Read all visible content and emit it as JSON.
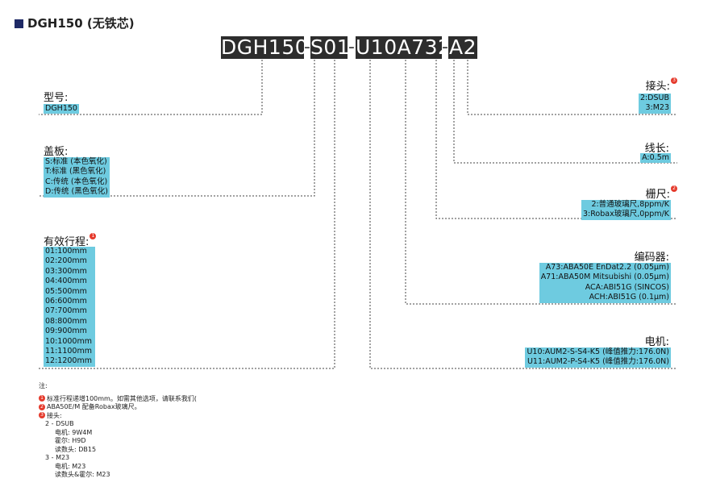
{
  "header": {
    "title": "DGH150 (无铁芯)"
  },
  "code": {
    "segments": [
      "DGH150",
      "S01",
      "U10A732",
      "A2"
    ],
    "separator": "-"
  },
  "left": {
    "model": {
      "label": "型号:",
      "items": [
        "DGH150"
      ]
    },
    "cover": {
      "label": "盖板:",
      "items": [
        "S:标准 (本色氧化)",
        "T:标准 (黑色氧化)",
        "C:传统 (本色氧化)",
        "D:传统 (黑色氧化)"
      ]
    },
    "stroke": {
      "label": "有效行程:",
      "badge": "1",
      "items": [
        "01:100mm",
        "02:200mm",
        "03:300mm",
        "04:400mm",
        "05:500mm",
        "06:600mm",
        "07:700mm",
        "08:800mm",
        "09:900mm",
        "10:1000mm",
        "11:1100mm",
        "12:1200mm"
      ]
    }
  },
  "right": {
    "connector": {
      "label": "接头:",
      "badge": "3",
      "items": [
        "2:DSUB",
        "3:M23"
      ]
    },
    "cable": {
      "label": "线长:",
      "items": [
        "A:0.5m"
      ]
    },
    "grating": {
      "label": "栅尺:",
      "badge": "2",
      "items": [
        "2:普通玻璃尺,8ppm/K",
        "3:Robax玻璃尺,0ppm/K"
      ]
    },
    "encoder": {
      "label": "编码器:",
      "items": [
        "A73:ABA50E EnDat2.2 (0.05μm)",
        "A71:ABA50M Mitsubishi (0.05μm)",
        "ACA:ABI51G (SINCOS)",
        "ACH:ABI51G (0.1μm)"
      ]
    },
    "motor": {
      "label": "电机:",
      "items": [
        "U10:AUM2-S-S4-K5 (峰值推力:176.0N)",
        "U11:AUM2-P-S4-K5 (峰值推力:176.0N)"
      ]
    }
  },
  "notes": {
    "title": "注:",
    "n1": "标准行程递增100mm。如需其他选项，请联系我们(",
    "n1_badge": "1",
    "n2": "ABA50E/M 配备Robax玻璃尺。",
    "n2_badge": "2",
    "n3": "接头:",
    "n3_badge": "3",
    "sub": [
      {
        "head": "2 - DSUB",
        "lines": [
          "电机: 9W4M",
          "霍尔: H9D",
          "读数头: DB15"
        ]
      },
      {
        "head": "3 - M23",
        "lines": [
          "电机: M23",
          "读数头&霍尔: M23"
        ]
      }
    ]
  },
  "colors": {
    "accent_box": "#6ecbe0",
    "code_bg": "#2d2d2d",
    "badge": "#e53a2c",
    "title_mark": "#1f2a66"
  }
}
